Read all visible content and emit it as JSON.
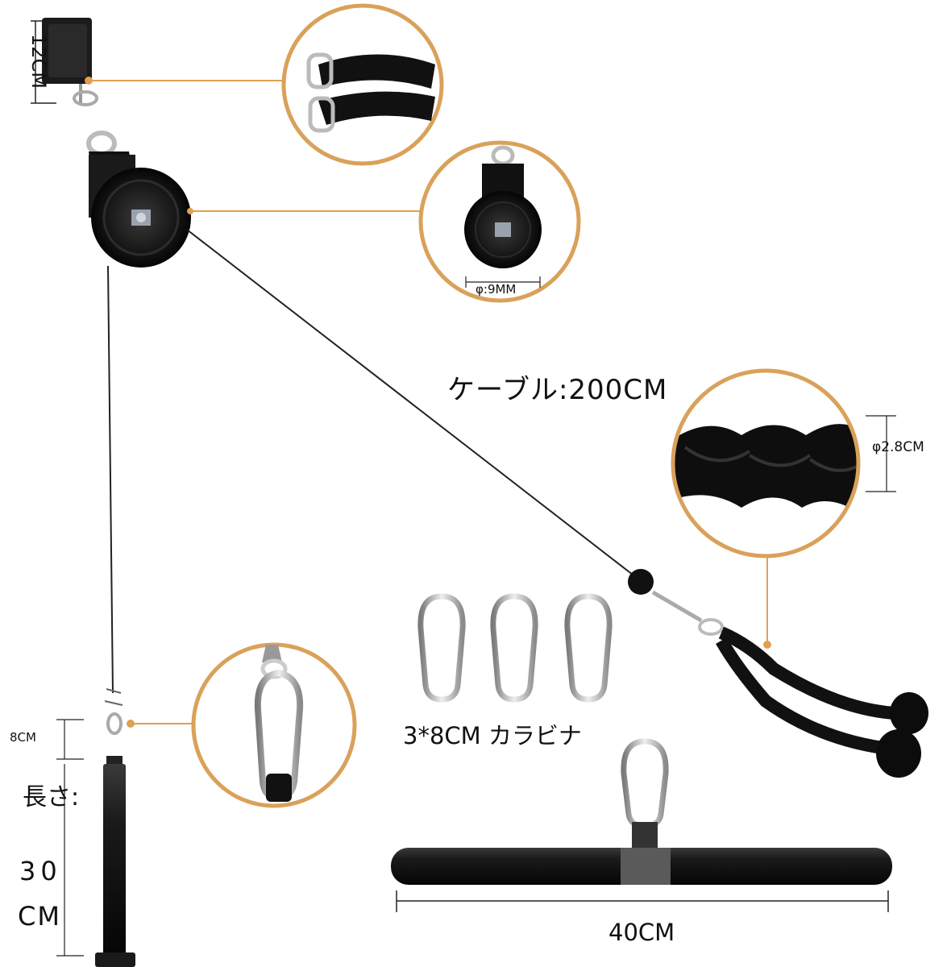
{
  "labels": {
    "strap_size": "12CM",
    "pulley_bore": "φ:9MM",
    "cable_length": "ケーブル:200CM",
    "rope_diameter": "φ2.8CM",
    "carabiner": "3*8CM カラビナ",
    "bar_length": "40CM",
    "hook_size": "8CM",
    "handle_length_label": "長さ:",
    "handle_length_value": "30",
    "handle_length_unit": "CM"
  },
  "colors": {
    "accent": "#E0A050",
    "accent_line": "#D9A15A",
    "cable": "#222222",
    "black": "#111111",
    "metal": "#B8B8B8"
  }
}
